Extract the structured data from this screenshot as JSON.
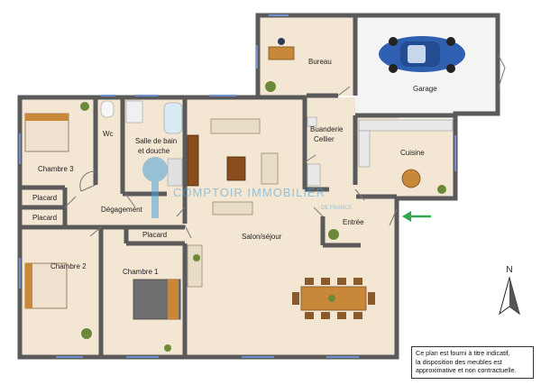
{
  "rooms": {
    "bureau": "Bureau",
    "garage": "Garage",
    "buanderie_line1": "Buanderie",
    "buanderie_line2": "Cellier",
    "cuisine": "Cuisine",
    "wc": "Wc",
    "sdb_line1": "Salle de bain",
    "sdb_line2": "et douche",
    "chambre3": "Chambre 3",
    "placard1": "Placard",
    "placard2": "Placard",
    "placard3": "Placard",
    "degagement": "Dégagement",
    "salon": "Salon/séjour",
    "entree": "Entrée",
    "chambre2": "Chambre 2",
    "chambre1": "Chambre 1"
  },
  "watermark": {
    "brand": "COMPTOIR IMMOBILIER",
    "sub": "DE FRANCE"
  },
  "compass": {
    "label": "N"
  },
  "note": {
    "line1": "Ce plan est fourni à titre indicatif,",
    "line2": "la disposition des meubles est",
    "line3": "approximative et non contractuelle."
  },
  "colors": {
    "wall": "#5a5a5a",
    "floor": "#f3e6d2",
    "garage_floor": "#f4f4f4",
    "wood": "#c9873a",
    "entry_arrow": "#2ea84a",
    "window": "#6f8fd0",
    "watermark": "#4fa3d8"
  }
}
